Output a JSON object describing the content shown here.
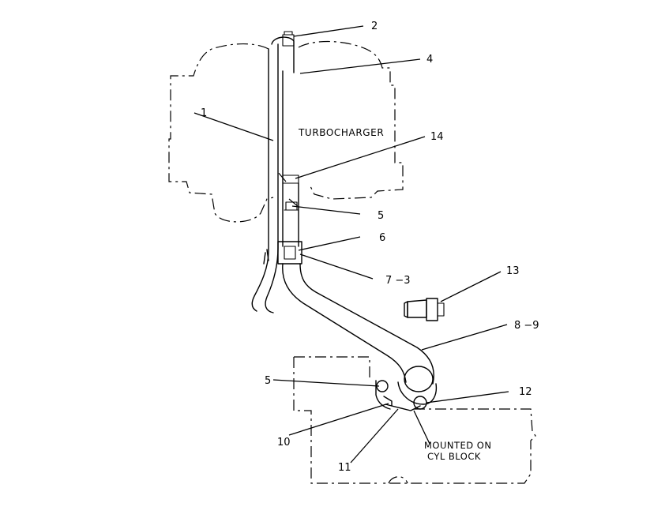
{
  "component_label": "TURBOCHARGER",
  "mount_note": [
    "MOUNTED ON",
    "CYL BLOCK"
  ],
  "callouts": {
    "c1": "1",
    "c2": "2",
    "c4": "4",
    "c14": "14",
    "c5a": "5",
    "c6": "6",
    "c7_3": "7 −3",
    "c13": "13",
    "c8_9": "8 −9",
    "c5b": "5",
    "c12": "12",
    "c10": "10",
    "c11": "11"
  }
}
